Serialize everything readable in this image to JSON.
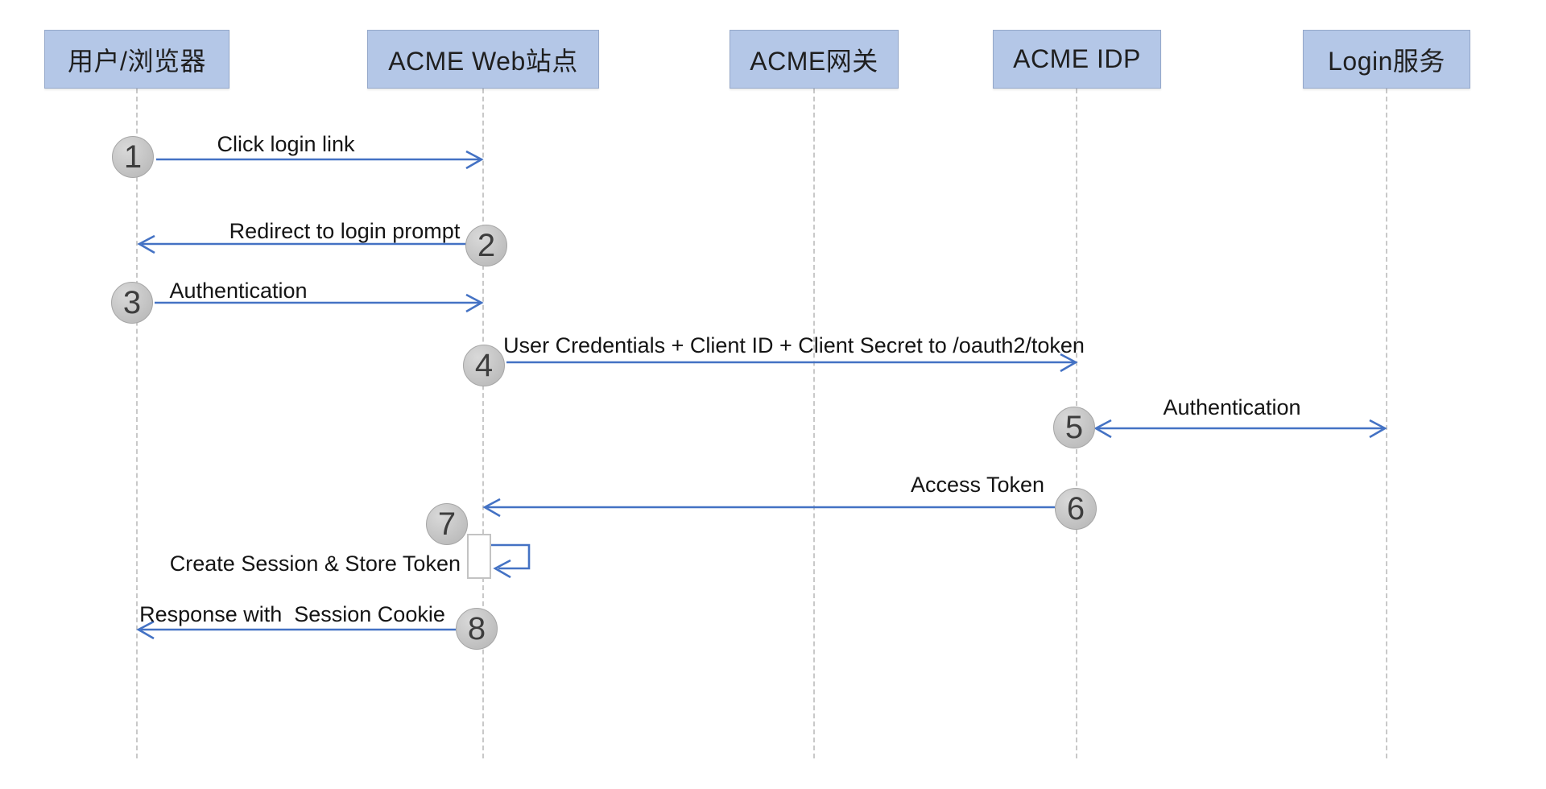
{
  "diagram": {
    "type": "sequence-diagram",
    "background": "#ffffff",
    "actors": [
      {
        "label": "用户/浏览器"
      },
      {
        "label": "ACME Web站点"
      },
      {
        "label": "ACME网关"
      },
      {
        "label": "ACME IDP"
      },
      {
        "label": "Login服务"
      }
    ],
    "messages": [
      {
        "num": "1",
        "label": "Click login link",
        "from": "用户/浏览器",
        "to": "ACME Web站点",
        "direction": "right"
      },
      {
        "num": "2",
        "label": "Redirect to login prompt",
        "from": "ACME Web站点",
        "to": "用户/浏览器",
        "direction": "left"
      },
      {
        "num": "3",
        "label": "Authentication",
        "from": "用户/浏览器",
        "to": "ACME Web站点",
        "direction": "right"
      },
      {
        "num": "4",
        "label": "User Credentials + Client ID + Client Secret to /oauth2/token",
        "from": "ACME Web站点",
        "to": "ACME IDP",
        "direction": "right"
      },
      {
        "num": "5",
        "label": "Authentication",
        "from": "ACME IDP",
        "to": "Login服务",
        "direction": "both"
      },
      {
        "num": "6",
        "label": "Access Token",
        "from": "ACME IDP",
        "to": "ACME Web站点",
        "direction": "left"
      },
      {
        "num": "7",
        "label": "Create Session & Store Token",
        "from": "ACME Web站点",
        "to": "ACME Web站点",
        "direction": "self"
      },
      {
        "num": "8",
        "label": "Response with  Session Cookie",
        "from": "ACME Web站点",
        "to": "用户/浏览器",
        "direction": "left"
      }
    ],
    "colors": {
      "actor_fill": "#b4c7e7",
      "actor_border": "#95a8ca",
      "arrow": "#4472c4",
      "step_circle": "#bfbfbf",
      "lifeline": "#c9c9c9",
      "text": "#1a1a1a"
    }
  }
}
